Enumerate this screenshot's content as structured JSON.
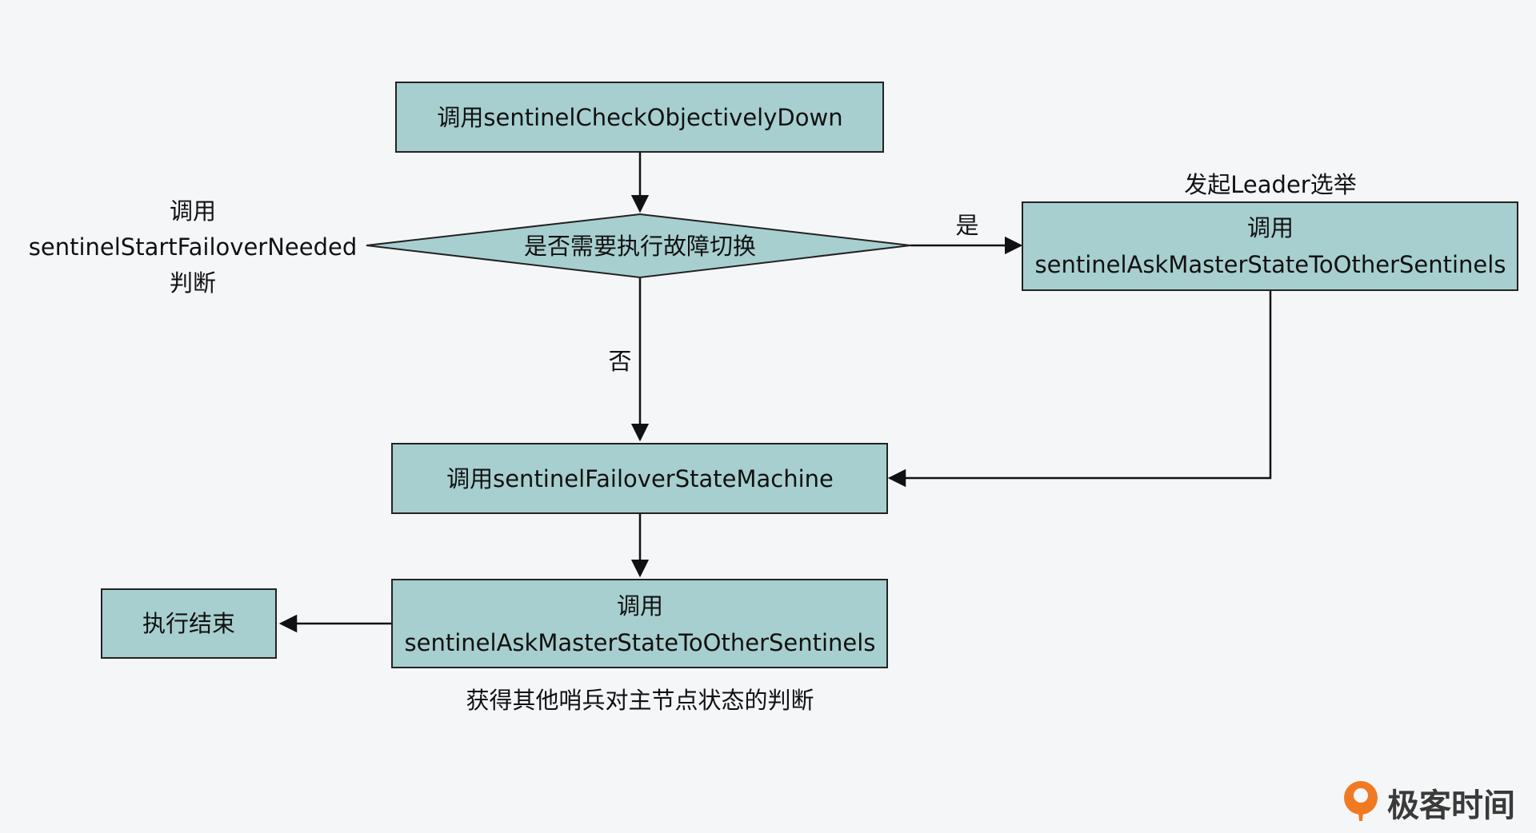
{
  "nodes": {
    "check_down": {
      "text": "调用sentinelCheckObjectivelyDown"
    },
    "decision": {
      "text": "是否需要执行故障切换"
    },
    "ask_right": {
      "line1": "调用",
      "line2": "sentinelAskMasterStateToOtherSentinels"
    },
    "failover_sm": {
      "text": "调用sentinelFailoverStateMachine"
    },
    "ask_bottom": {
      "line1": "调用",
      "line2": "sentinelAskMasterStateToOtherSentinels"
    },
    "end": {
      "text": "执行结束"
    }
  },
  "labels": {
    "decision_note_1": "调用",
    "decision_note_2": "sentinelStartFailoverNeeded",
    "decision_note_3": "判断",
    "yes": "是",
    "no": "否",
    "leader_election": "发起Leader选举",
    "bottom_caption": "获得其他哨兵对主节点状态的判断"
  },
  "logo": {
    "text": "极客时间",
    "color": "#f07a22"
  },
  "colors": {
    "node_fill": "#a8cfcf",
    "background": "#f5f6f8"
  }
}
